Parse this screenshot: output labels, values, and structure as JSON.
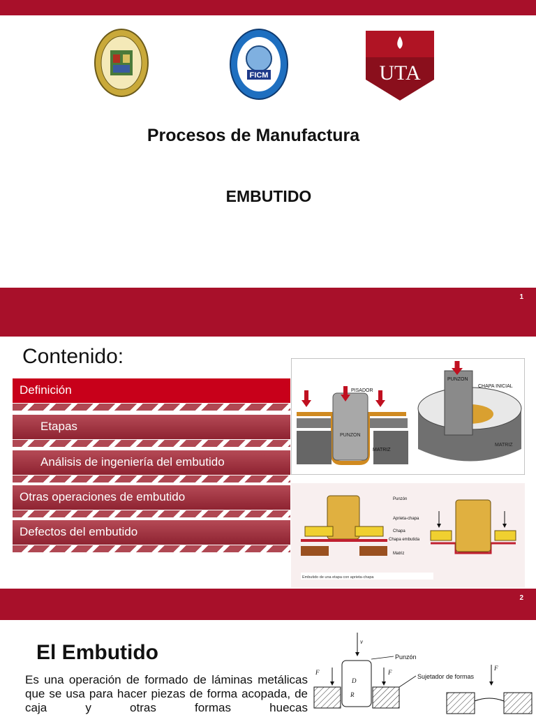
{
  "slide1": {
    "title": "Procesos de Manufactura",
    "subtitle": "EMBUTIDO",
    "page_number": "1",
    "logo_uta_text": "UTA",
    "logo_ficm_text": "FICM"
  },
  "slide2": {
    "heading": "Contenido:",
    "items": [
      {
        "label": "Definición"
      },
      {
        "label": "Etapas"
      },
      {
        "label": "Análisis de ingeniería del embutido"
      },
      {
        "label": "Otras operaciones de embutido"
      },
      {
        "label": "Defectos del embutido"
      }
    ],
    "page_number": "2",
    "figure1": {
      "pisador": "PISADOR",
      "punzon": "PUNZON",
      "matriz": "MATRIZ",
      "chapa_inicial": "CHAPA INICIAL"
    },
    "figure2": {
      "punzon": "Punzón",
      "aprieta": "Aprieta-chapa",
      "chapa": "Chapa",
      "chapa_embutida": "Chapa embutida",
      "matriz": "Matriz",
      "caption": "Embutido de una etapa con aprieta-chapa"
    }
  },
  "slide3": {
    "title": "El Embutido",
    "text": "Es una operación de formado de láminas metálicas que se usa para hacer piezas de forma acopada, de caja y otras formas huecas",
    "diagram": {
      "v": "v",
      "punzon": "Punzón",
      "sujetador": "Sujetador de formas",
      "fh": "F",
      "f": "F",
      "dp": "D",
      "rp": "R"
    }
  },
  "colors": {
    "band": "#a8102a",
    "active_item": "#c8001a",
    "item": "#9e2f3c"
  }
}
